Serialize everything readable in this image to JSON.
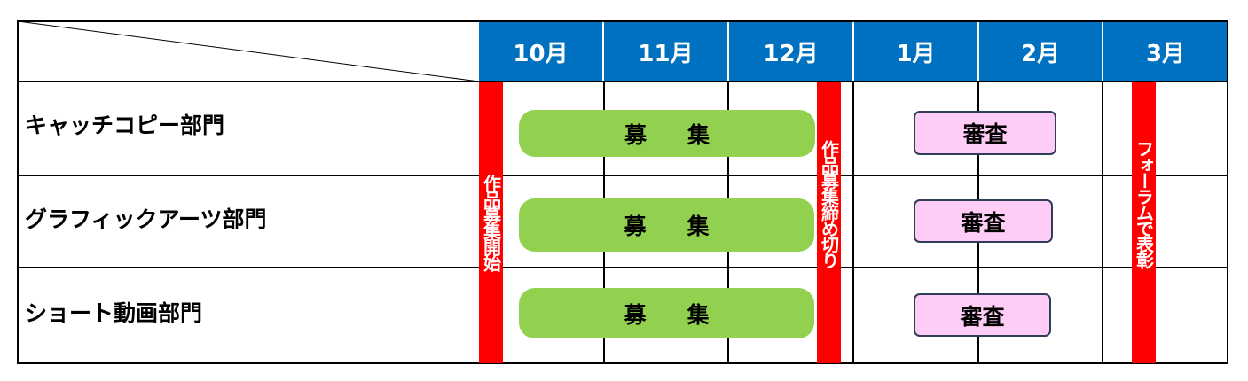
{
  "header": {
    "months": [
      "10月",
      "11月",
      "12月",
      "1月",
      "2月",
      "3月"
    ]
  },
  "rows": [
    {
      "label": "キャッチコピー部門",
      "recruit": "募集",
      "review": "審査"
    },
    {
      "label": "グラフィックアーツ部門",
      "recruit": "募集",
      "review": "審査"
    },
    {
      "label": "ショート動画部門",
      "recruit": "募集",
      "review": "審査"
    }
  ],
  "milestones": {
    "start": "作品募集開始",
    "deadline": "作品募集締め切り",
    "award": "フォーラムで表彰"
  },
  "colors": {
    "header": "#0070c0",
    "milestone": "#ff0000",
    "recruit": "#92d050",
    "review": "#ffccf6"
  }
}
